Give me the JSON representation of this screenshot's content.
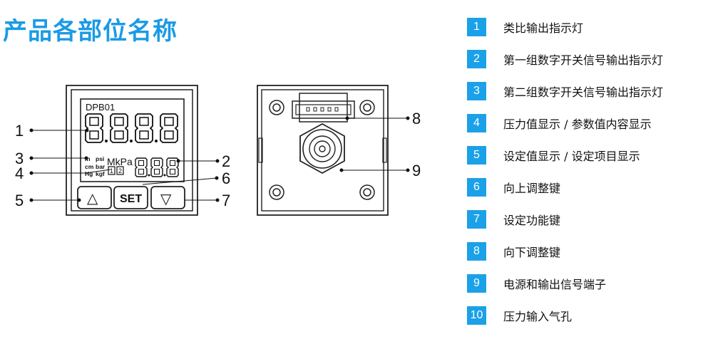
{
  "title": "产品各部位名称",
  "front_panel": {
    "model_label": "DPB01",
    "main_display": "8.8.8.8",
    "sub_display": "8.8.8",
    "unit_left": [
      "In",
      "cm",
      "Hg"
    ],
    "unit_mid": [
      "psi",
      "bar",
      "kgf"
    ],
    "unit_top": "MkPa",
    "output_1": "1",
    "output_2": "2",
    "set_button": "SET",
    "up_symbol": "△",
    "down_symbol": "▽"
  },
  "callouts": [
    "1",
    "2",
    "3",
    "4",
    "5",
    "6",
    "7",
    "8",
    "9"
  ],
  "legend": [
    {
      "num": "1",
      "label": "类比输出指示灯"
    },
    {
      "num": "2",
      "label": "第一组数字开关信号输出指示灯"
    },
    {
      "num": "3",
      "label": "第二组数字开关信号输出指示灯"
    },
    {
      "num": "4",
      "label": "压力值显示 / 参数值内容显示"
    },
    {
      "num": "5",
      "label": "设定值显示 / 设定项目显示"
    },
    {
      "num": "6",
      "label": "向上调整键"
    },
    {
      "num": "7",
      "label": "设定功能键"
    },
    {
      "num": "8",
      "label": "向下调整键"
    },
    {
      "num": "9",
      "label": "电源和输出信号端子"
    },
    {
      "num": "10",
      "label": "压力输入气孔"
    }
  ],
  "colors": {
    "accent": "#1ba1e8",
    "title": "#1a9be6"
  }
}
